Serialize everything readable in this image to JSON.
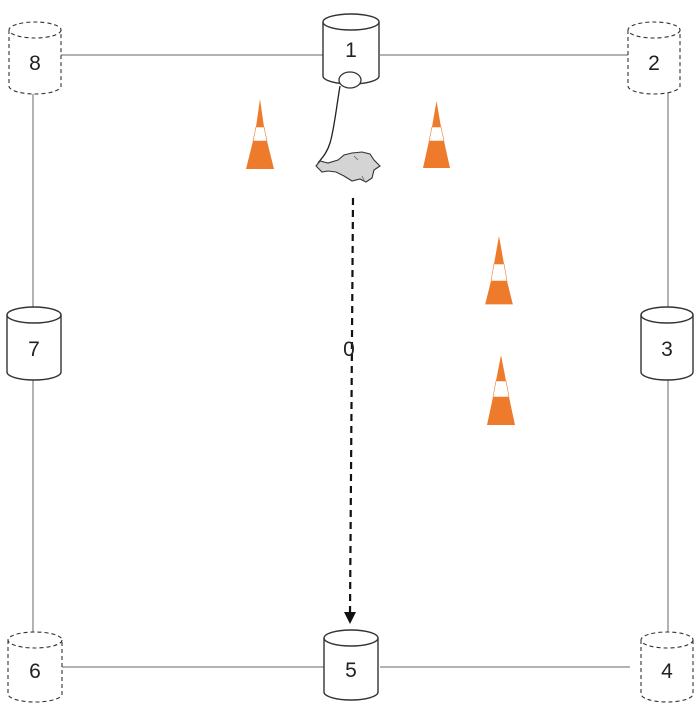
{
  "colors": {
    "background": "#ffffff",
    "line": "#999999",
    "cone_orange": "#ee7a2c",
    "cylinder_stroke": "#333333",
    "arrow": "#111111"
  },
  "cylinders": {
    "c1": {
      "label": "1",
      "style": "solid"
    },
    "c2": {
      "label": "2",
      "style": "dashed"
    },
    "c3": {
      "label": "3",
      "style": "solid"
    },
    "c4": {
      "label": "4",
      "style": "dashed"
    },
    "c5": {
      "label": "5",
      "style": "solid"
    },
    "c6": {
      "label": "6",
      "style": "dashed"
    },
    "c7": {
      "label": "7",
      "style": "solid"
    },
    "c8": {
      "label": "8",
      "style": "dashed"
    }
  },
  "center_label": "0",
  "icons": {
    "cones": "traffic-cone-icon",
    "dog": "dog-icon",
    "leash": "leash-icon"
  }
}
